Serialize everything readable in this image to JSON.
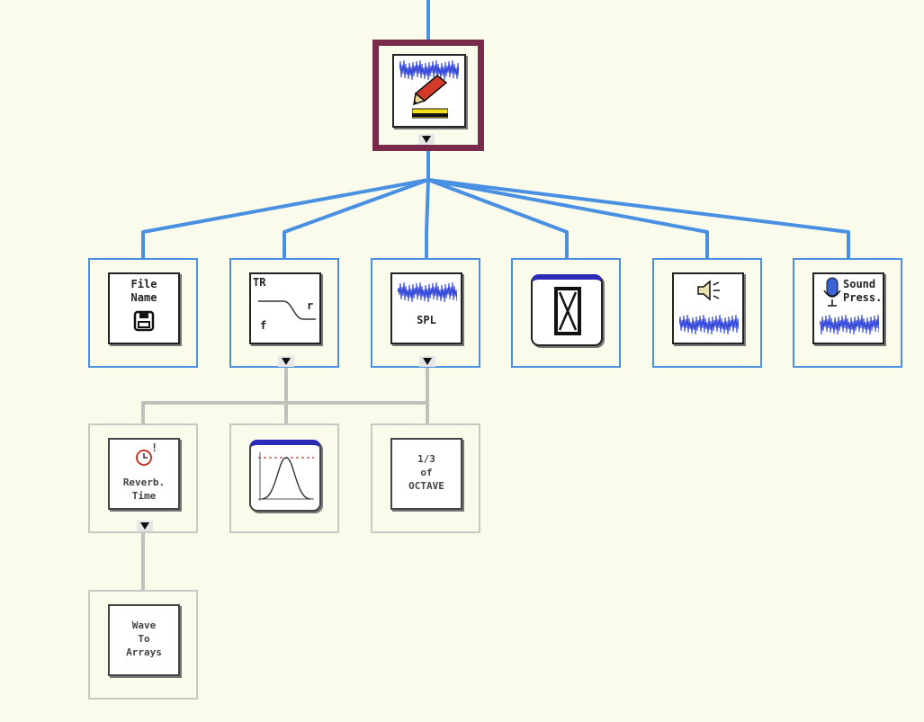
{
  "diagram": {
    "colors": {
      "background": "#fbfbeb",
      "blue_wire": "#4a90e2",
      "gray_wire": "#c0c0bc",
      "selected_border": "#7a2a4a",
      "wave": "#2a3fd6"
    },
    "root": {
      "icon": "waveform-edit-icon"
    },
    "level1": [
      {
        "id": "file-name",
        "icon": "floppy-disk-icon",
        "label": "File\nName"
      },
      {
        "id": "tr",
        "icon": "tr-filter-curve-icon",
        "label_tr": "TR",
        "label_f": "f",
        "label_r": "r"
      },
      {
        "id": "spl",
        "icon": "waveform-icon",
        "label": "SPL"
      },
      {
        "id": "timer",
        "icon": "hourglass-icon"
      },
      {
        "id": "speaker",
        "icon": "speaker-icon"
      },
      {
        "id": "sound-press",
        "icon": "microphone-icon",
        "label": "Sound\nPress."
      }
    ],
    "level2": [
      {
        "id": "reverb-time",
        "icon": "clock-icon",
        "label": "Reverb.\nTime",
        "mark": "!"
      },
      {
        "id": "bandpass",
        "icon": "bandpass-graph-icon"
      },
      {
        "id": "third-octave",
        "label": "1/3\nof\nOCTAVE"
      }
    ],
    "level3": [
      {
        "id": "wave-to-arrays",
        "label": "Wave\nTo\nArrays"
      }
    ]
  }
}
